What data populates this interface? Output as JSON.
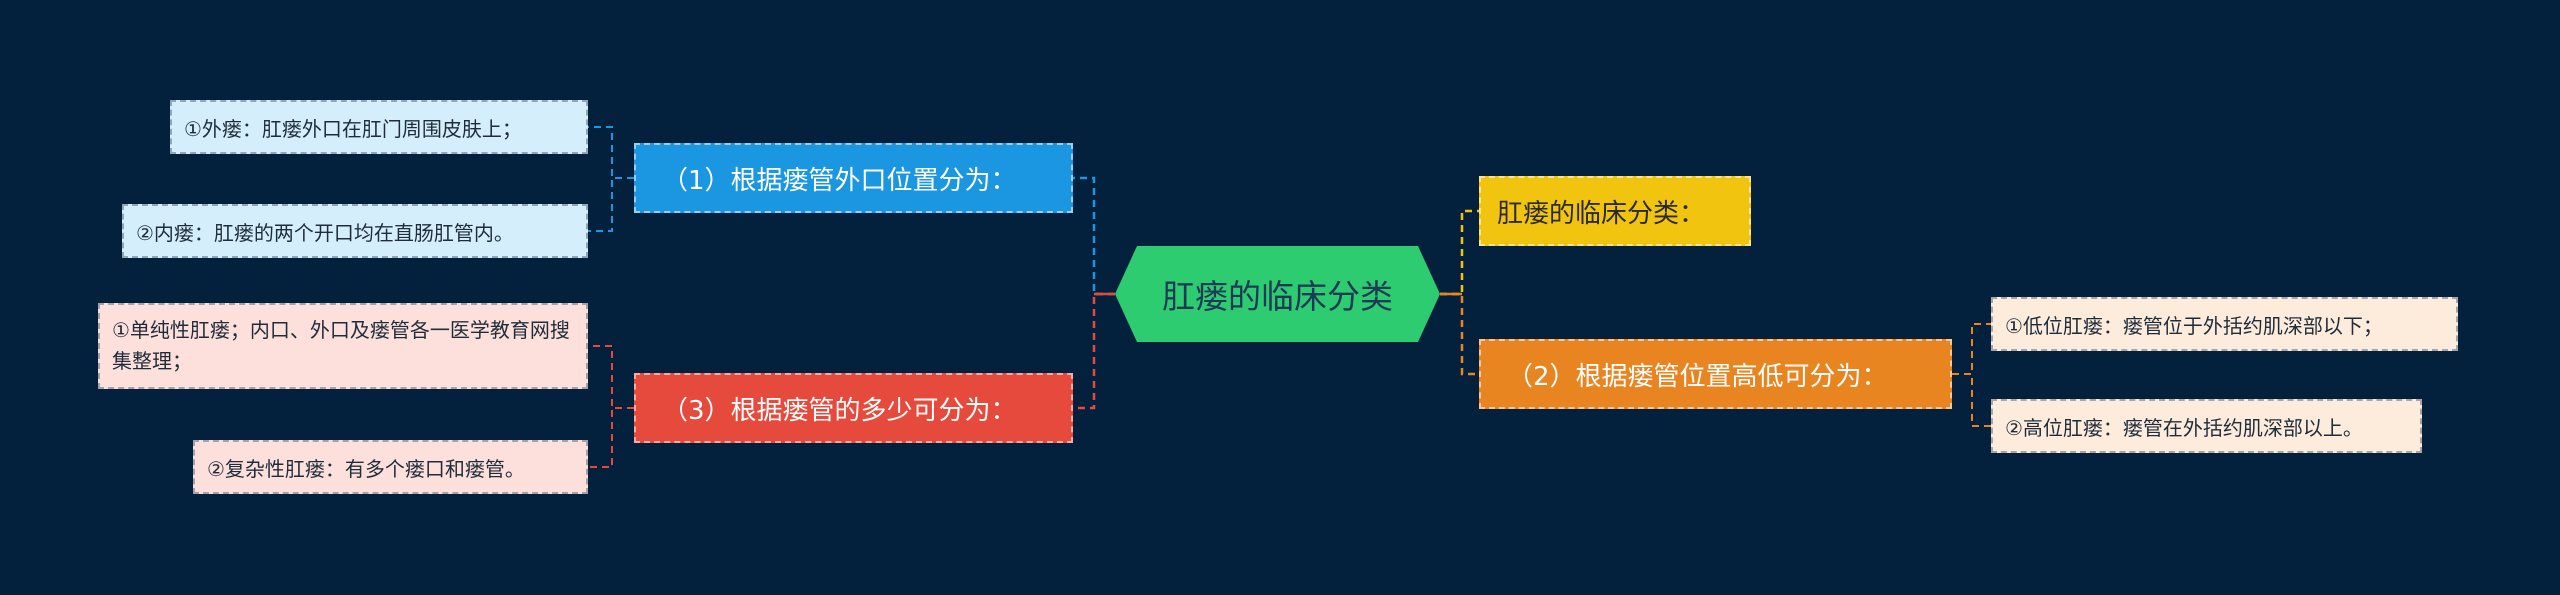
{
  "diagram": {
    "center": {
      "label": "肛瘘的临床分类",
      "color": "#2ecc71"
    },
    "branches": {
      "top_left": {
        "label": "（1）根据瘘管外口位置分为：",
        "color": "#1b96e0",
        "leaves": [
          "①外瘘：肛瘘外口在肛门周围皮肤上；",
          "②内瘘：肛瘘的两个开口均在直肠肛管内。"
        ]
      },
      "bottom_left": {
        "label": "（3）根据瘘管的多少可分为：",
        "color": "#e64a3c",
        "leaves": [
          "①单纯性肛瘘；内口、外口及瘘管各一医学教育网搜集整理；",
          "②复杂性肛瘘：有多个瘘口和瘘管。"
        ]
      },
      "top_right": {
        "label": "肛瘘的临床分类：",
        "color": "#f1c40f"
      },
      "bottom_right": {
        "label": "（2）根据瘘管位置高低可分为：",
        "color": "#e88521",
        "leaves": [
          "①低位肛瘘：瘘管位于外括约肌深部以下；",
          "②高位肛瘘：瘘管在外括约肌深部以上。"
        ]
      }
    },
    "background": "#03213d"
  }
}
